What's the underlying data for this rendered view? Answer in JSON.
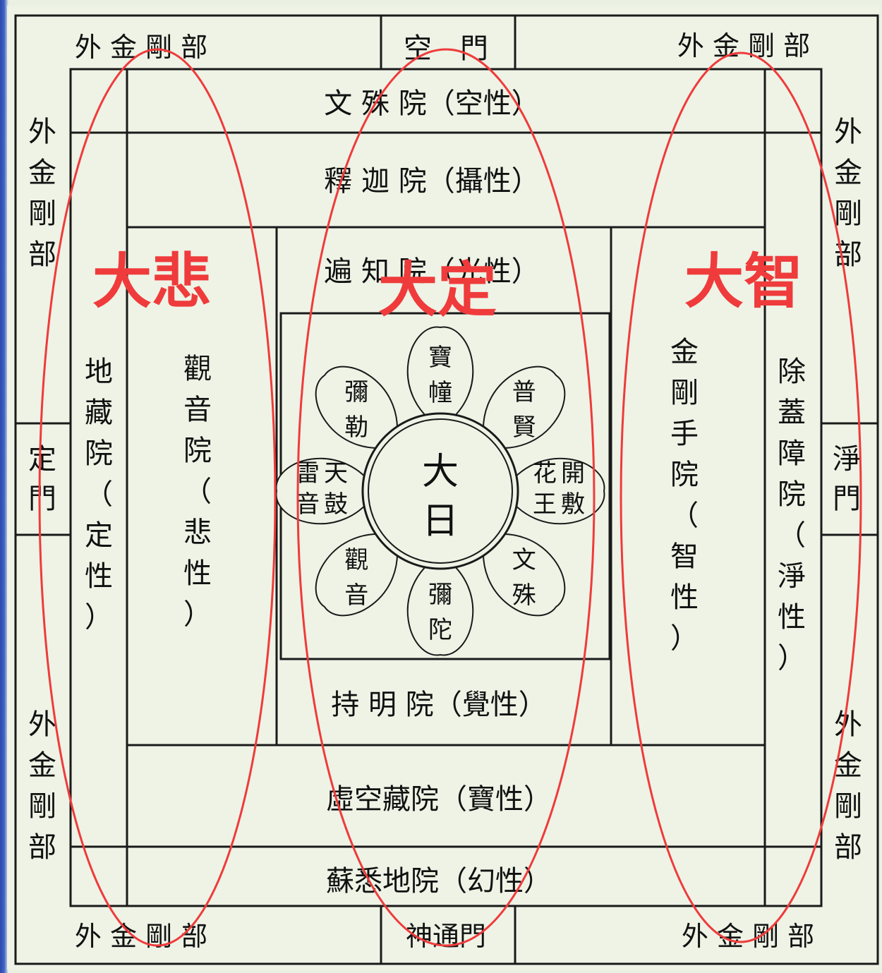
{
  "outer": {
    "vajra_top_left": "外 金 剛 部",
    "vajra_top_right": "外 金 剛 部",
    "vajra_bottom_left": "外 金 剛 部",
    "vajra_bottom_right": "外 金 剛 部",
    "vajra_left_upper": "外金剛部",
    "vajra_left_lower": "外金剛部",
    "vajra_right_upper": "外金剛部",
    "vajra_right_lower": "外金剛部",
    "gate_top": "空　門",
    "gate_bottom": "神通門",
    "gate_left": "定門",
    "gate_right": "淨門"
  },
  "halls": {
    "manjusri": "文 殊 院（空性）",
    "shakya": "釋 迦 院（攝性）",
    "pervasive": "遍 知 院（光性）",
    "vidyadhara": "持 明 院（覺性）",
    "akasagarbha": "虛空藏院（寶性）",
    "susiddhi": "蘇悉地院（幻性）",
    "ksitigarbha": "地藏院（定性）",
    "avalokitesvara": "觀音院（悲性）",
    "vajrapani": "金剛手院（智性）",
    "nivarana": "除蓋障院（淨性）"
  },
  "lotus": {
    "center": "大日",
    "petals": [
      {
        "name": "寶幢"
      },
      {
        "name": "普賢"
      },
      {
        "name": "開敷華王",
        "lines": [
          "開",
          "花",
          "敷",
          "王"
        ]
      },
      {
        "name": "文殊"
      },
      {
        "name": "彌陀"
      },
      {
        "name": "觀音"
      },
      {
        "name": "天鼓雷音",
        "lines": [
          "天",
          "雷",
          "鼓",
          "音"
        ]
      },
      {
        "name": "彌勒"
      }
    ]
  },
  "emphasis": {
    "left": "大悲",
    "center": "大定",
    "right": "大智",
    "color": "#ef3b3b"
  },
  "colors": {
    "background": "#eef3e6",
    "line": "#1a1a1a"
  }
}
